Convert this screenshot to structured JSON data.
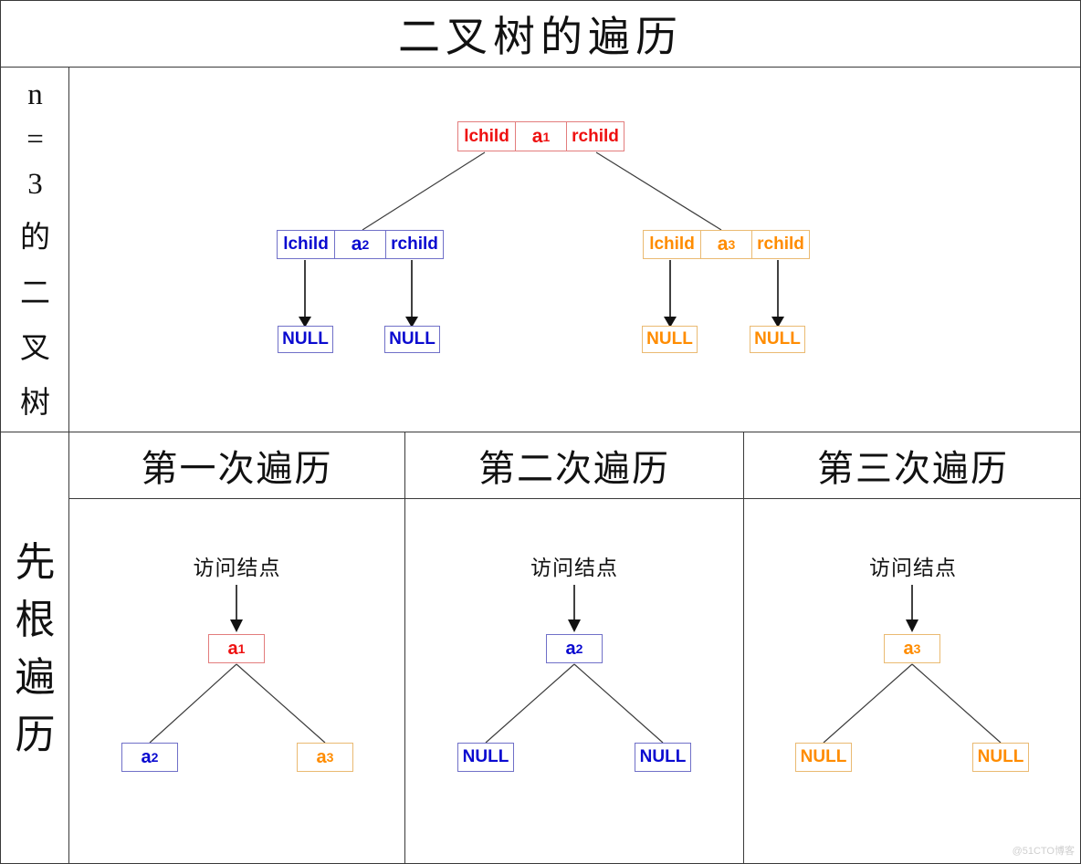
{
  "colors": {
    "red": "#ee1111",
    "red_border": "#e37d7d",
    "blue": "#0a0ad0",
    "blue_border": "#7070c8",
    "orange": "#ff8c00",
    "orange_border": "#eaba72",
    "line": "#3c3c3c"
  },
  "title": "二叉树的遍历",
  "top_section": {
    "sidebar_vertical_label": "n=3的二叉树",
    "sidebar_chars": [
      "n",
      "=",
      "3",
      "的",
      "二",
      "叉",
      "树"
    ],
    "null_label": "NULL",
    "nodes": {
      "root": {
        "lchild": "lchild",
        "base": "a",
        "sub": "1",
        "rchild": "rchild"
      },
      "left": {
        "lchild": "lchild",
        "base": "a",
        "sub": "2",
        "rchild": "rchild"
      },
      "right": {
        "lchild": "lchild",
        "base": "a",
        "sub": "3",
        "rchild": "rchild"
      }
    }
  },
  "bottom_section": {
    "sidebar_vertical_label": "先根遍历",
    "sidebar_chars": [
      "先",
      "根",
      "遍",
      "历"
    ],
    "columns": [
      {
        "header": "第一次遍历",
        "visit_label": "访问结点",
        "root": {
          "base": "a",
          "sub": "1"
        },
        "left_child": {
          "base": "a",
          "sub": "2"
        },
        "right_child": {
          "base": "a",
          "sub": "3"
        }
      },
      {
        "header": "第二次遍历",
        "visit_label": "访问结点",
        "root": {
          "base": "a",
          "sub": "2"
        },
        "left_child": {
          "base": "NULL",
          "sub": ""
        },
        "right_child": {
          "base": "NULL",
          "sub": ""
        }
      },
      {
        "header": "第三次遍历",
        "visit_label": "访问结点",
        "root": {
          "base": "a",
          "sub": "3"
        },
        "left_child": {
          "base": "NULL",
          "sub": ""
        },
        "right_child": {
          "base": "NULL",
          "sub": ""
        }
      }
    ]
  },
  "watermark": "@51CTO博客"
}
